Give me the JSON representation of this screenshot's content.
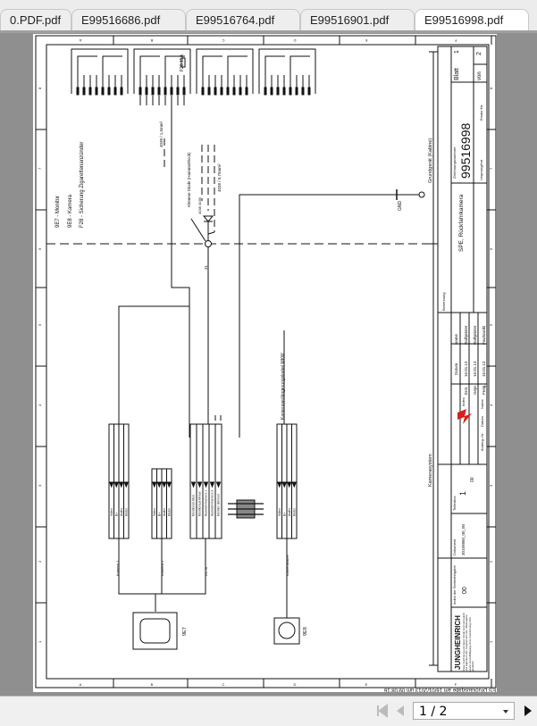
{
  "tabs": [
    {
      "label": "0.PDF.pdf",
      "active": false
    },
    {
      "label": "E99516686.pdf",
      "active": false
    },
    {
      "label": "E99516764.pdf",
      "active": false
    },
    {
      "label": "E99516901.pdf",
      "active": false
    },
    {
      "label": "E99516998.pdf",
      "active": true
    }
  ],
  "drawing": {
    "columns": [
      "A",
      "B",
      "C",
      "D",
      "E",
      "F"
    ],
    "rows": [
      "8",
      "7",
      "6",
      "5",
      "4",
      "3",
      "2",
      "1"
    ],
    "legend": [
      "9E7 - Monitor",
      "9E8 - Kamera",
      "F28 - Sicherung Zigarettenanzünder"
    ],
    "fuse_label": "F28 15A",
    "wire_label_1": "4038 / 1,5mm²",
    "wire_label_2": "4038 / 0,75mm²",
    "diode_label": "Klemme Diode (Hammerblock)",
    "diode_pins": "4038 4039",
    "gnd": "GND",
    "wire_gnd": "31",
    "dim_top": "Grundgerät (Kabine)",
    "dim_bottom": "Kamerasystem",
    "cable_label": "Kameraverlängerungskabel MKW",
    "conn_k1_label": "Kamera 1",
    "conn_k2_label": "Kamera 2",
    "conn_dc_label": "DC in",
    "conn_kv_label": "Kamerakabel",
    "pins_vbam": [
      "Video",
      "B+",
      "Audio",
      "Motor"
    ],
    "pins_dc": [
      "Monitorein Mon",
      "Monitoraus Minus",
      "Auswahl Kamera 1",
      "Auswahl Kamera 2",
      "Monitor dimmen"
    ],
    "monitor": "9E7",
    "camera": "9E8",
    "footer": "ES Druckausgabe am 16/01/2013 um 09:08:16"
  },
  "title_block": {
    "brand": "JUNGHEINRICH",
    "sheet_label": "Blatt",
    "sheet": "1",
    "of_label": "von",
    "of": "2",
    "ersatz": "Ersatz für:",
    "drawing_no_label": "Zeichnungsnummer",
    "drawing_no": "99516998",
    "ursprung": "Ursprung/ent",
    "title_label": "Benennung",
    "title": "SPE, Rückfahrkamera",
    "date_label": "Datum",
    "name_label": "Name",
    "rows": [
      {
        "k": "Erst.",
        "date": "16.01.13",
        "name": "Rathjeister"
      },
      {
        "k": "Gepr.",
        "date": "16.01.13",
        "name": "Rathjeister"
      },
      {
        "k": "Freig.",
        "date": "16.01.13",
        "name": "Pawlowski"
      }
    ],
    "index_label": "Index",
    "change_label": "Änderg.-Nr.",
    "datum_label": "Datum",
    "name2_label": "Name",
    "index_val": "00",
    "sheets_label": "Teilestlos",
    "sheets_val": "1",
    "document_label": "Dokument",
    "document": "30169860_00_00",
    "index_sets_label": "Index der Serienfreigabe",
    "index_sets": "00",
    "copyright": "Diese Zeichnung und deren Inhalt sind vertraulich und Eigentum der Jungheinrich AG. Weitergabe sowie Vervielfältigung ohne Zustimmung nicht gestattet."
  },
  "pager": {
    "current": "1 / 2"
  },
  "icons": {
    "first": "first-page-icon",
    "prev": "prev-page-icon",
    "next": "next-page-icon",
    "dropdown": "chevron-down-icon"
  }
}
